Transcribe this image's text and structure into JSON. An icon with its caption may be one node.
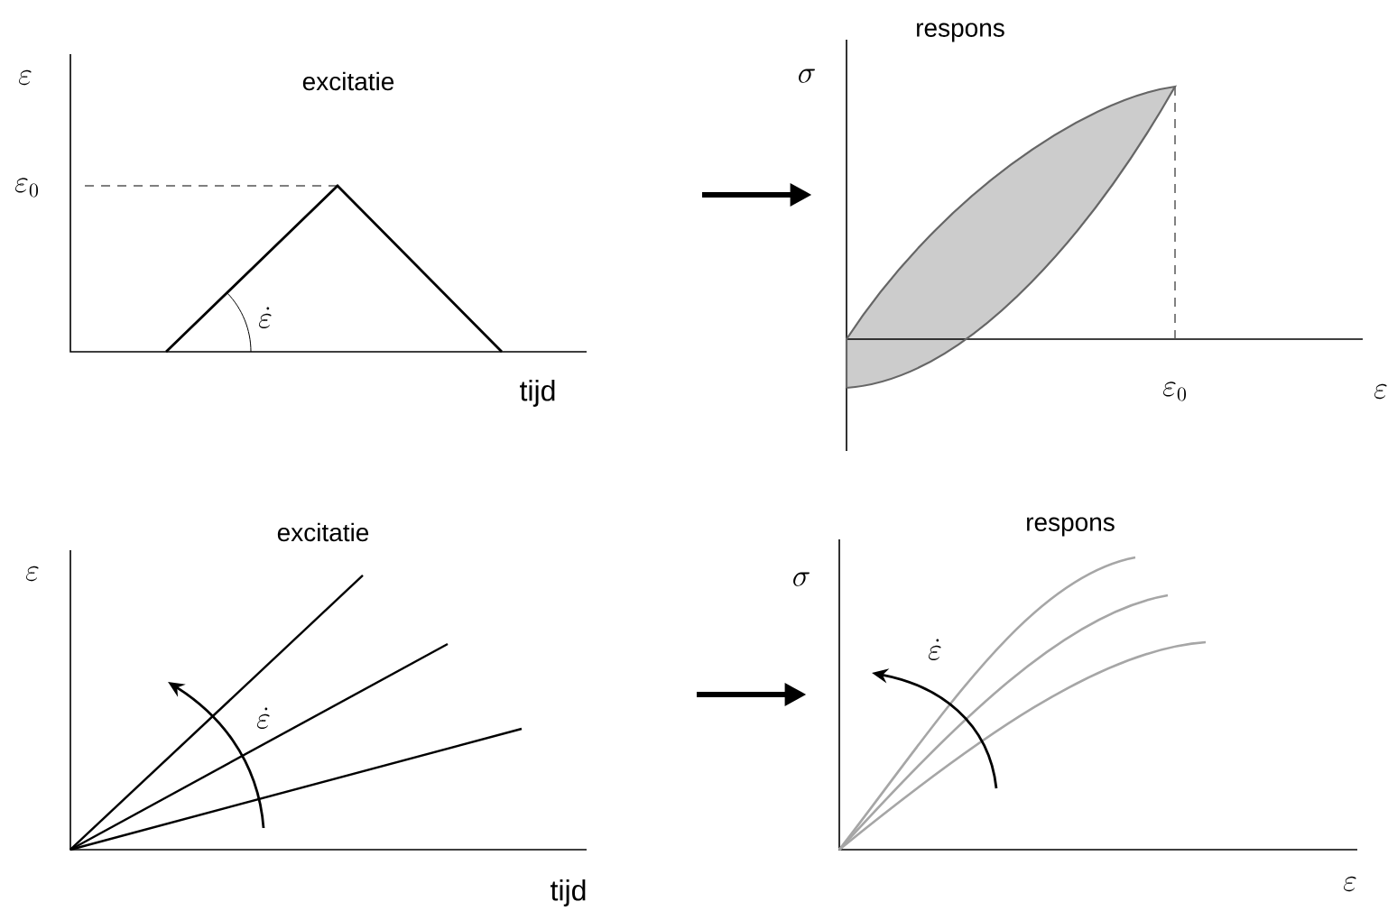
{
  "diagram": {
    "nodes": [
      {
        "text": [
          "\\varepsilon",
          "excitatie",
          "\\varepsilon_0",
          "\\dot{\\varepsilon}",
          "tijd"
        ]
      },
      {
        "text": [
          "respons",
          "\\sigma",
          "\\varepsilon_0",
          "\\varepsilon"
        ]
      },
      {
        "text": [
          "excitatie",
          "\\varepsilon",
          "\\dot{\\varepsilon}",
          "tijd"
        ]
      },
      {
        "text": [
          "respons",
          "\\sigma",
          "\\dot{\\varepsilon}",
          "\\varepsilon"
        ]
      }
    ],
    "edges": [
      {
        "from": null,
        "to": 1,
        "arrow": "to"
      },
      {
        "from": null,
        "to": 3,
        "arrow": "to"
      }
    ]
  }
}
